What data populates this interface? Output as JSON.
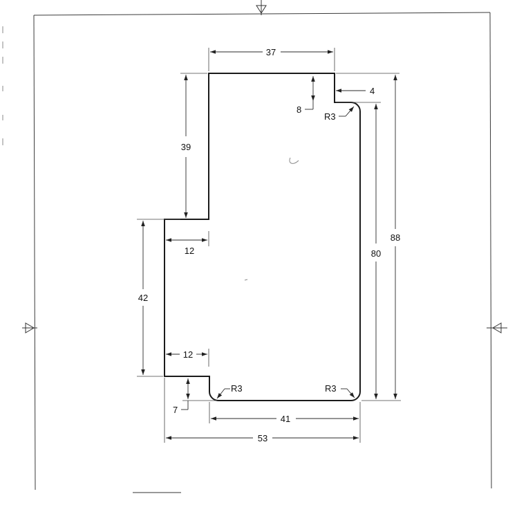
{
  "dimensions": {
    "top_width": "37",
    "step_right": "4",
    "step_down": "8",
    "upper_height": "39",
    "inner_height": "80",
    "total_height": "88",
    "left_notch_upper": "12",
    "left_section_height": "42",
    "left_notch_lower": "12",
    "bottom_step": "7",
    "bottom_width": "41",
    "total_width": "53"
  },
  "radii": {
    "top_right": "R3",
    "bottom_left": "R3",
    "bottom_right": "R3"
  }
}
